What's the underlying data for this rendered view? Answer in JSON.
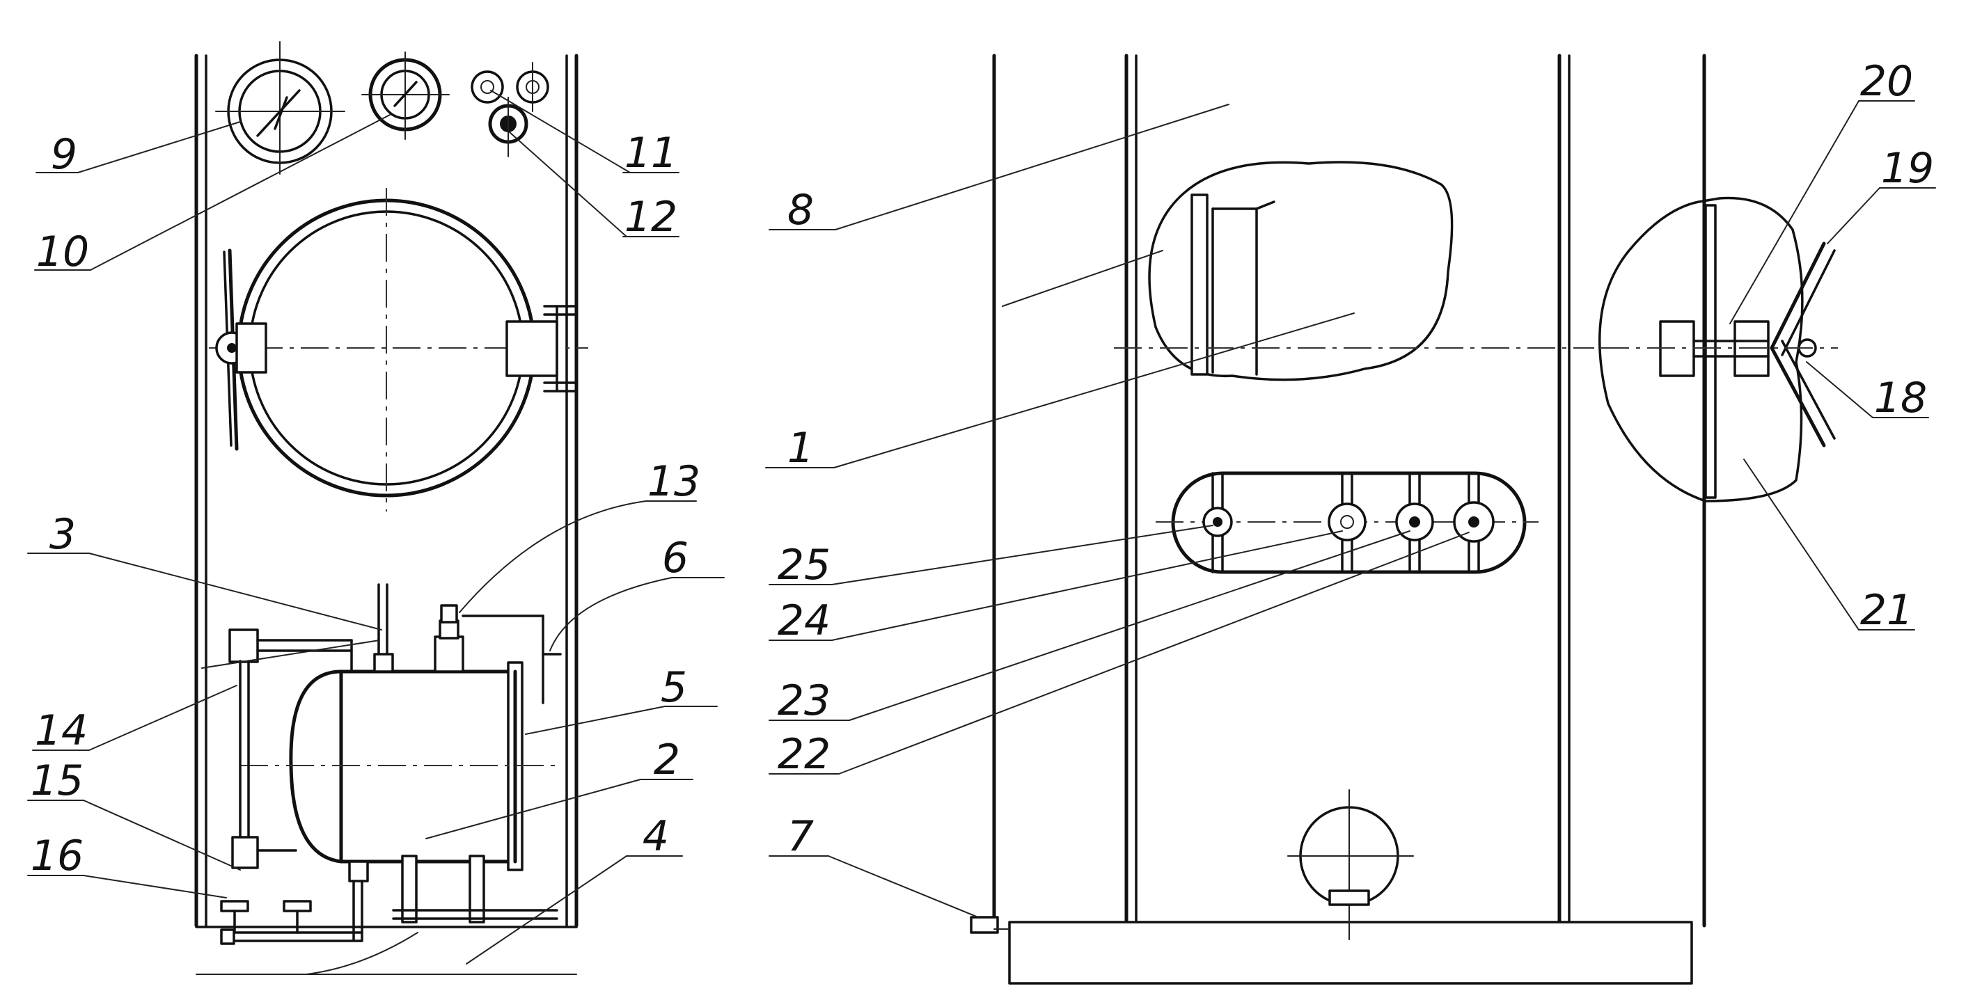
{
  "labels": {
    "l1": "1",
    "l2": "2",
    "l3": "3",
    "l4": "4",
    "l5": "5",
    "l6": "6",
    "l7": "7",
    "l8": "8",
    "l9": "9",
    "l10": "10",
    "l11": "11",
    "l12": "12",
    "l13": "13",
    "l14": "14",
    "l15": "15",
    "l16": "16",
    "l18": "18",
    "l19": "19",
    "l20": "20",
    "l21": "21",
    "l22": "22",
    "l23": "23",
    "l24": "24",
    "l25": "25"
  }
}
